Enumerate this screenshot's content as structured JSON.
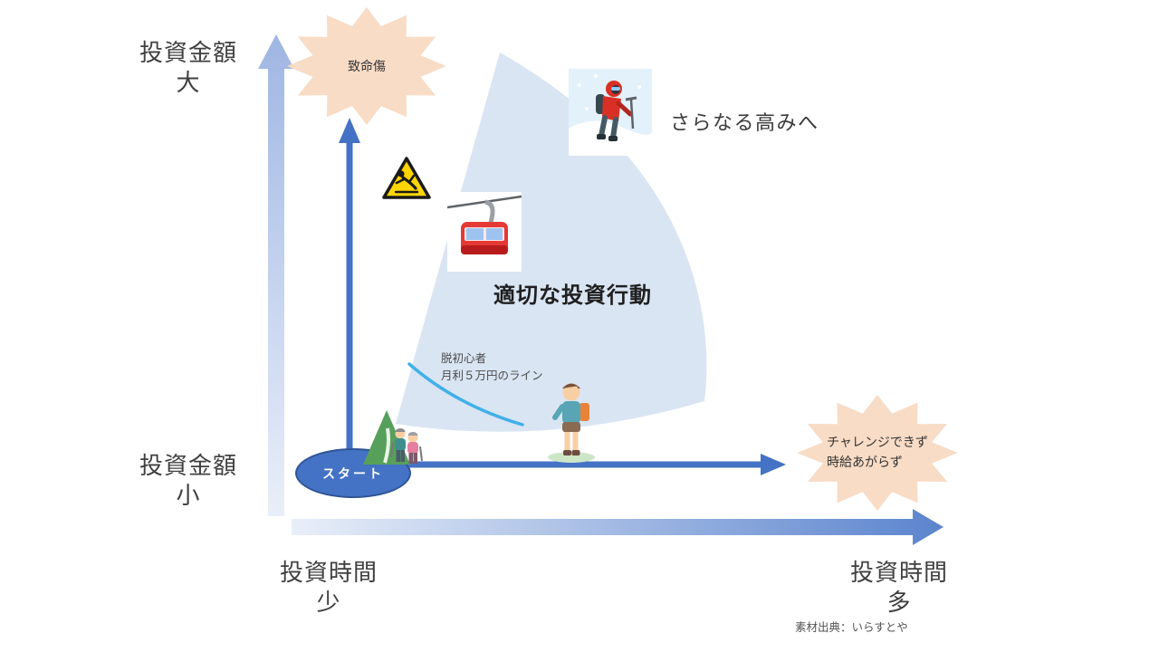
{
  "axis": {
    "y_top": [
      "投資金額",
      "大"
    ],
    "y_bottom": [
      "投資金額",
      "小"
    ],
    "x_left": [
      "投資時間",
      "少"
    ],
    "x_right": [
      "投資時間",
      "多"
    ]
  },
  "annotations": {
    "fatal_wound": "致命傷",
    "higher_peak": "さらなる高みへ",
    "proper_action": "適切な投資行動",
    "beginner_line": [
      "脱初心者",
      "月利５万円のライン"
    ],
    "stuck": [
      "チャレンジできず",
      "時給あがらず"
    ],
    "start": "スタート",
    "credit": "素材出典：いらすとや"
  },
  "icons": {
    "slip_warning": "slip-hazard-warning-sign",
    "ropeway": "aerial-tramway-cable-car",
    "climber": "snow-mountain-climber",
    "hiker": "hiker-shading-eyes",
    "couple": "hiking-elderly-couple"
  },
  "colors": {
    "accent_blue": "#4472C4",
    "axis_gradient_light": "#E9EFF9",
    "axis_gradient_dark": "#5B84CE",
    "burst_peach": "#F8DCC6",
    "fan_blue": "#D9E5F3",
    "curve_blue": "#41B0E8"
  }
}
